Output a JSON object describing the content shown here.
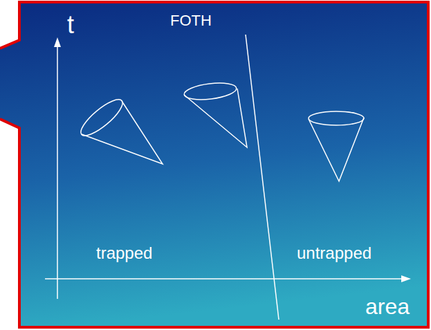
{
  "diagram": {
    "labels": [
      "t",
      "FOTH",
      "trapped",
      "untrapped",
      "area"
    ]
  }
}
